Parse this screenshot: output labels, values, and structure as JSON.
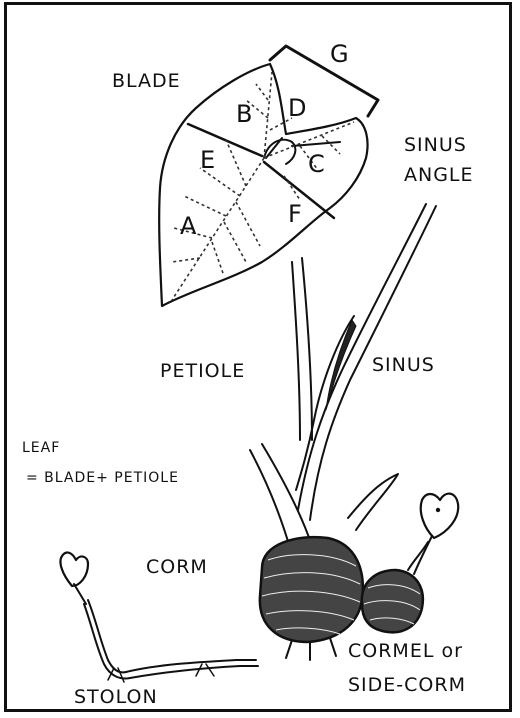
{
  "labels": {
    "blade": "BLADE",
    "petiole": "PETIOLE",
    "sinus": "SINUS",
    "sinus_angle_line1": "SINUS",
    "sinus_angle_line2": "ANGLE",
    "leaf_line1": "LEAF",
    "leaf_line2": "= BLADE+ PETIOLE",
    "corm": "CORM",
    "cormel_line1": "CORMEL or",
    "cormel_line2": "SIDE-CORM",
    "stolon": "STOLON"
  },
  "regions": {
    "a": "A",
    "b": "B",
    "c": "C",
    "d": "D",
    "e": "E",
    "f": "F",
    "g": "G"
  }
}
